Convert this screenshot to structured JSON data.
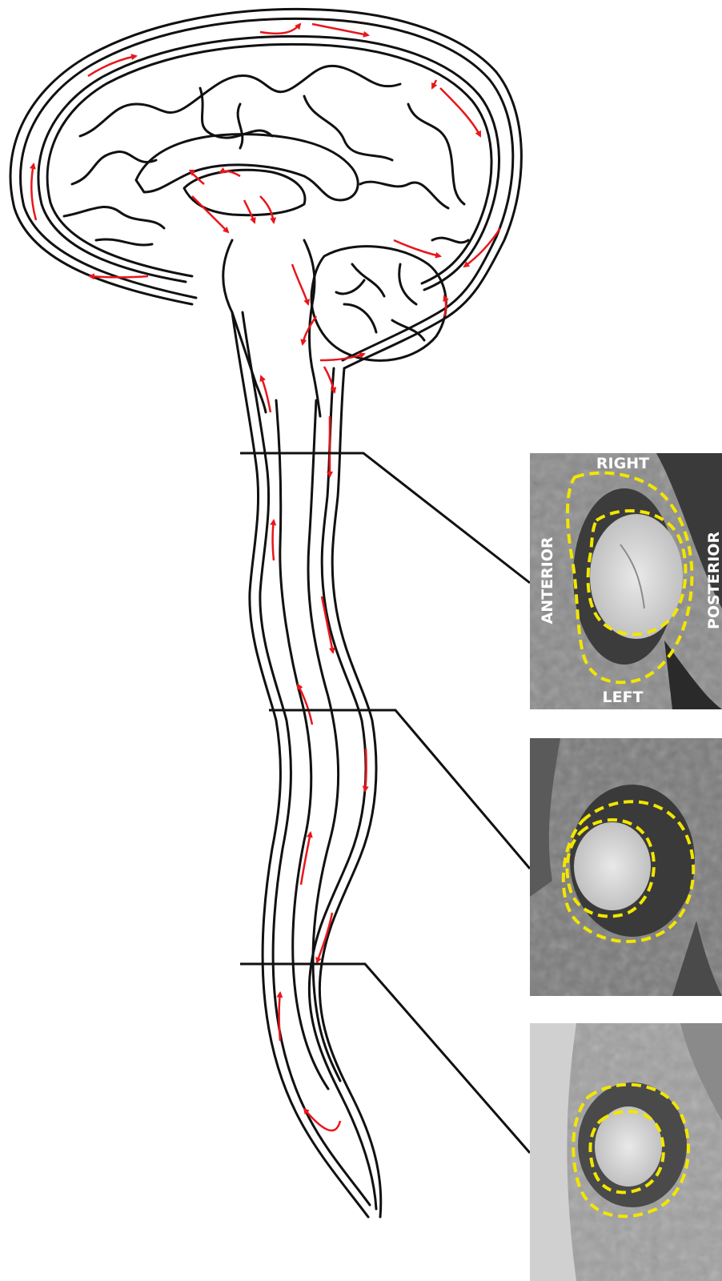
{
  "diagram": {
    "orientation_labels": {
      "right": "RIGHT",
      "left": "LEFT",
      "anterior": "ANTERIOR",
      "posterior": "POSTERIOR"
    },
    "colors": {
      "outline": "#111111",
      "flow_arrow": "#e8161b",
      "roi_outline": "#f2e600",
      "orientation_text": "#ffffff",
      "mri_background": "#8a8a8a"
    },
    "panels": [
      {
        "level": "upper",
        "labeled": true
      },
      {
        "level": "middle",
        "labeled": false
      },
      {
        "level": "lower",
        "labeled": false
      }
    ]
  }
}
